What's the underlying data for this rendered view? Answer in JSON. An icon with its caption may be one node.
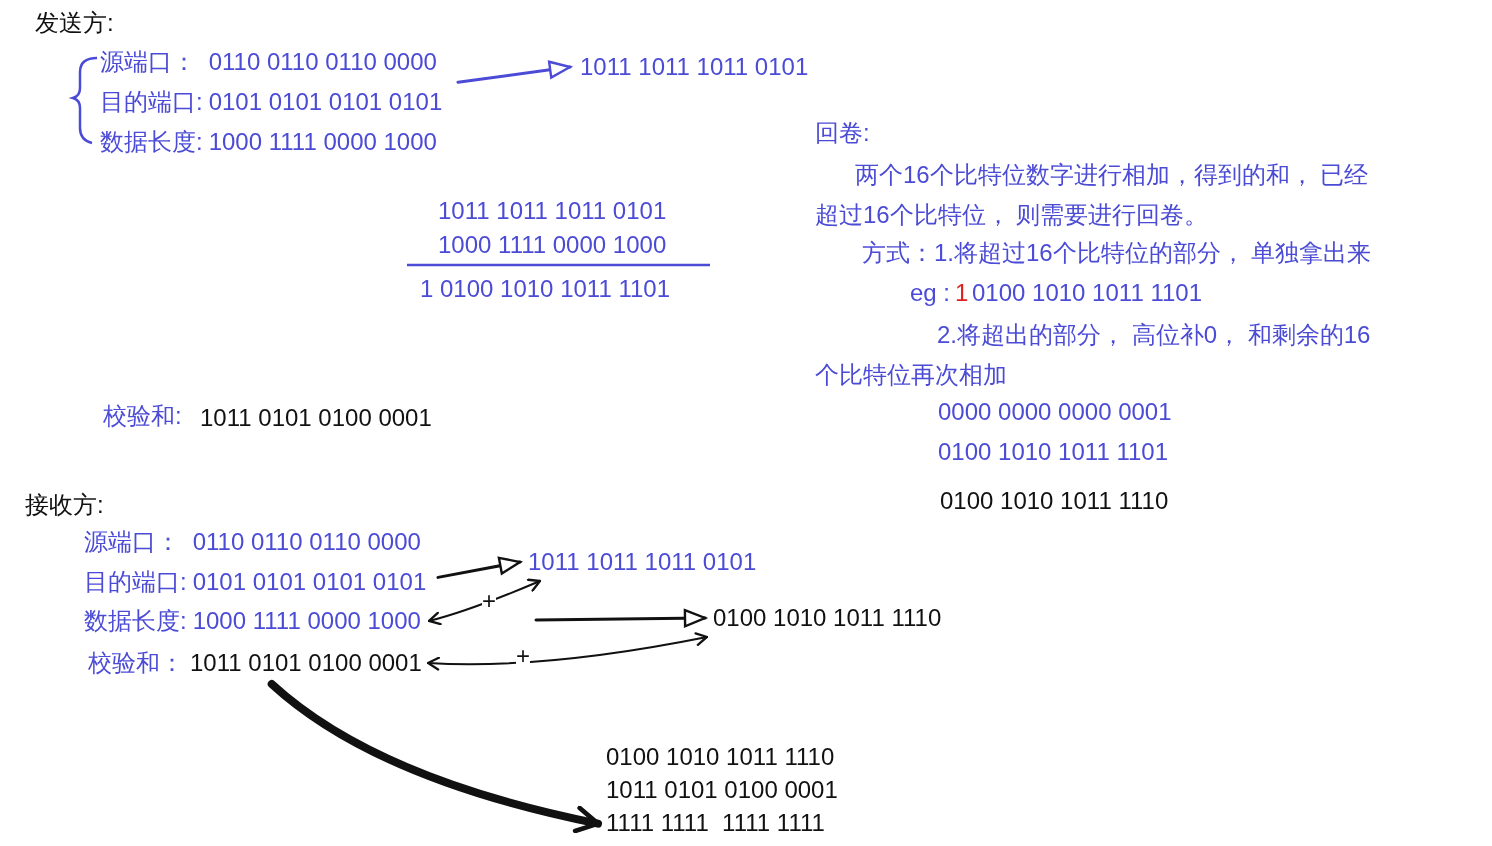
{
  "diagram": {
    "nodes": [
      {
        "text": [
          "源端口：",
          "0110 0110 0110 0000",
          "目的端口:",
          "0101 0101 0101 0101",
          "数据长度:",
          "1000 1111 0000 1000"
        ]
      },
      {
        "text": [
          "1011 1011 1011 0101"
        ]
      },
      {
        "text": [
          "源端口：",
          "0110 0110 0110 0000",
          "目的端口:",
          "0101 0101 0101 0101"
        ]
      },
      {
        "text": [
          "1011 1011 1011 0101"
        ]
      },
      {
        "text": [
          "数据长度:",
          "1000 1111 0000 1000"
        ]
      },
      {
        "text": [
          "0100 1010 1011 1110"
        ]
      },
      {
        "text": [
          "校验和：",
          "1011 0101 0100 0001"
        ]
      },
      {
        "text": [
          "0100 1010 1011 1110",
          "1011 0101 0100 0001",
          "1111 1111  1111 1111"
        ]
      }
    ],
    "edges": [
      {
        "from": 0,
        "to": 1,
        "arrow": "to",
        "color": "#4b4bd6"
      },
      {
        "from": 2,
        "to": 3,
        "arrow": "to"
      },
      {
        "from": 4,
        "to": 3,
        "arrow": "both",
        "label": "+"
      },
      {
        "from": null,
        "to": 5,
        "arrow": "to"
      },
      {
        "from": 6,
        "to": 5,
        "arrow": "both",
        "label": "+"
      },
      {
        "from": 6,
        "to": 7,
        "arrow": "to",
        "style": "thick"
      }
    ],
    "labels": [
      "发送方:",
      "回卷:",
      "两个16个比特位数字进行相加，得到的和， 已经超过16个比特位， 则需要进行回卷。",
      "1011 1011 1011 0101",
      "1000 1111 0000 1000",
      "方式：1.将超过16个比特位的部分， 单独拿出来",
      "1 0100 1010 1011 1101",
      "eg :",
      "1",
      "0100 1010 1011 1101",
      "2.将超出的部分， 高位补0， 和剩余的16个比特位再次相加",
      "0000 0000 0000 0001",
      "0100 1010 1011 1101",
      "校验和:",
      "1011 0101 0100 0001",
      "0100 1010 1011 1110",
      "接收方:"
    ]
  }
}
